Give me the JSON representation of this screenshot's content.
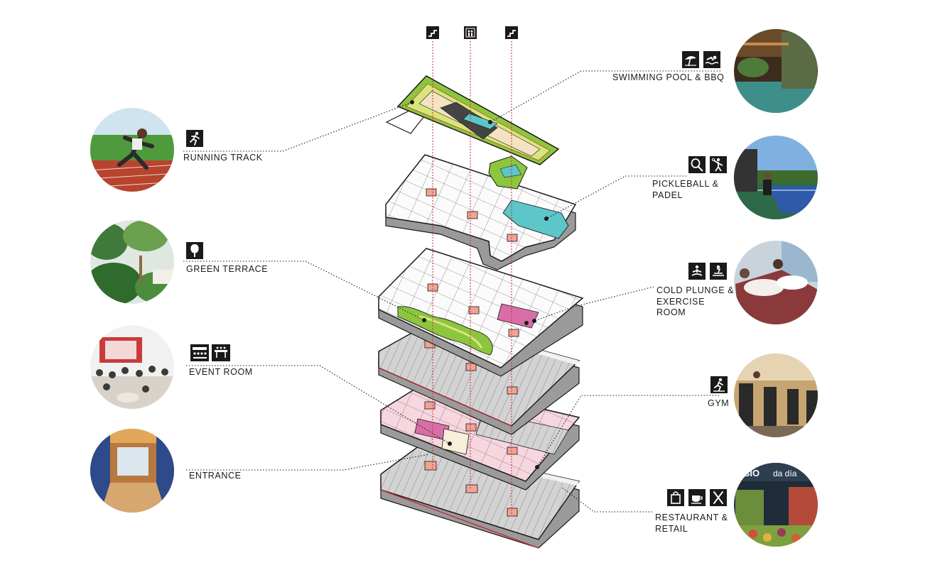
{
  "colors": {
    "line": "#1a1a1a",
    "core_line": "#c8283a",
    "salmon": "#f2a394",
    "pink": "#eeb9c9",
    "magenta": "#d96ea6",
    "green": "#8cc63f",
    "lime": "#d7e67a",
    "teal": "#5cc6c9",
    "slab": "#f2f2f2",
    "shade": "#cfcfcf",
    "icon_bg": "#1a1a1a"
  },
  "core_icons": [
    "stairs-icon",
    "elevator-icon",
    "stairs-icon"
  ],
  "amenities": [
    {
      "key": "swimming-pool-bbq",
      "label": "SWIMMING POOL & BBQ",
      "icons": [
        "umbrella-icon",
        "swimmer-icon"
      ],
      "photo": "pool-terrace-photo"
    },
    {
      "key": "running-track",
      "label": "RUNNING TRACK",
      "icons": [
        "runner-icon"
      ],
      "photo": "running-track-photo"
    },
    {
      "key": "pickleball-padel",
      "label": "PICKLEBALL &\nPADEL",
      "icons": [
        "racket-icon",
        "padel-player-icon"
      ],
      "photo": "pickleball-court-photo"
    },
    {
      "key": "green-terrace",
      "label": "GREEN TERRACE",
      "icons": [
        "tree-icon"
      ],
      "photo": "garden-photo"
    },
    {
      "key": "cold-plunge-exercise",
      "label": "COLD PLUNGE &\nEXERCISE\nROOM",
      "icons": [
        "meditation-icon",
        "massage-icon"
      ],
      "photo": "spa-lounge-photo"
    },
    {
      "key": "event-room",
      "label": "EVENT ROOM",
      "icons": [
        "audience-icon",
        "table-icon"
      ],
      "photo": "event-hall-photo"
    },
    {
      "key": "gym",
      "label": "GYM",
      "icons": [
        "treadmill-runner-icon"
      ],
      "photo": "gym-photo"
    },
    {
      "key": "entrance",
      "label": "ENTRANCE",
      "icons": [],
      "photo": "lobby-photo"
    },
    {
      "key": "restaurant-retail",
      "label": "RESTAURANT &\nRETAIL",
      "icons": [
        "shopping-bag-icon",
        "coffee-cup-icon",
        "cutlery-icon"
      ],
      "photo": "market-photo"
    }
  ]
}
